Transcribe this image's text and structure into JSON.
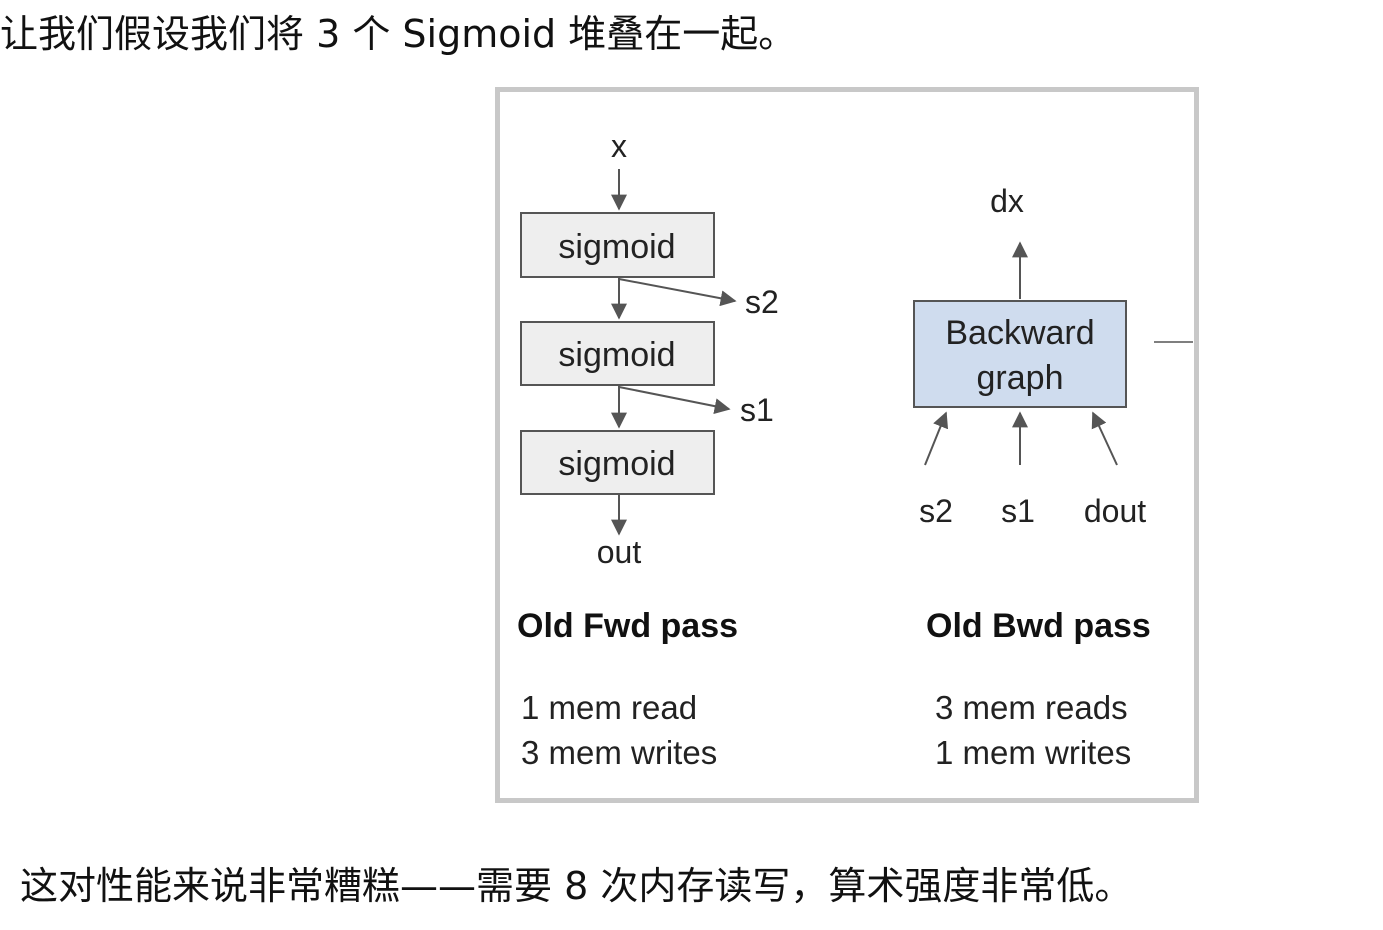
{
  "intro_text": "让我们假设我们将 3 个 Sigmoid 堆叠在一起。",
  "footer_text": "这对性能来说非常糟糕——需要 8 次内存读写，算术强度非常低。",
  "diagram": {
    "forward": {
      "input": "x",
      "blocks": [
        "sigmoid",
        "sigmoid",
        "sigmoid"
      ],
      "saved": [
        "s2",
        "s1"
      ],
      "output": "out",
      "title": "Old Fwd pass",
      "stats": [
        "1 mem read",
        "3 mem writes"
      ]
    },
    "backward": {
      "output": "dx",
      "block_lines": [
        "Backward",
        "graph"
      ],
      "inputs": [
        "s2",
        "s1",
        "dout"
      ],
      "title": "Old Bwd pass",
      "stats": [
        "3 mem reads",
        "1 mem writes"
      ]
    },
    "colors": {
      "frame": "#c8c8c8",
      "fwd_box_fill": "#eeeeee",
      "bwd_box_fill": "#cfdcee",
      "arrow": "#555555"
    }
  }
}
